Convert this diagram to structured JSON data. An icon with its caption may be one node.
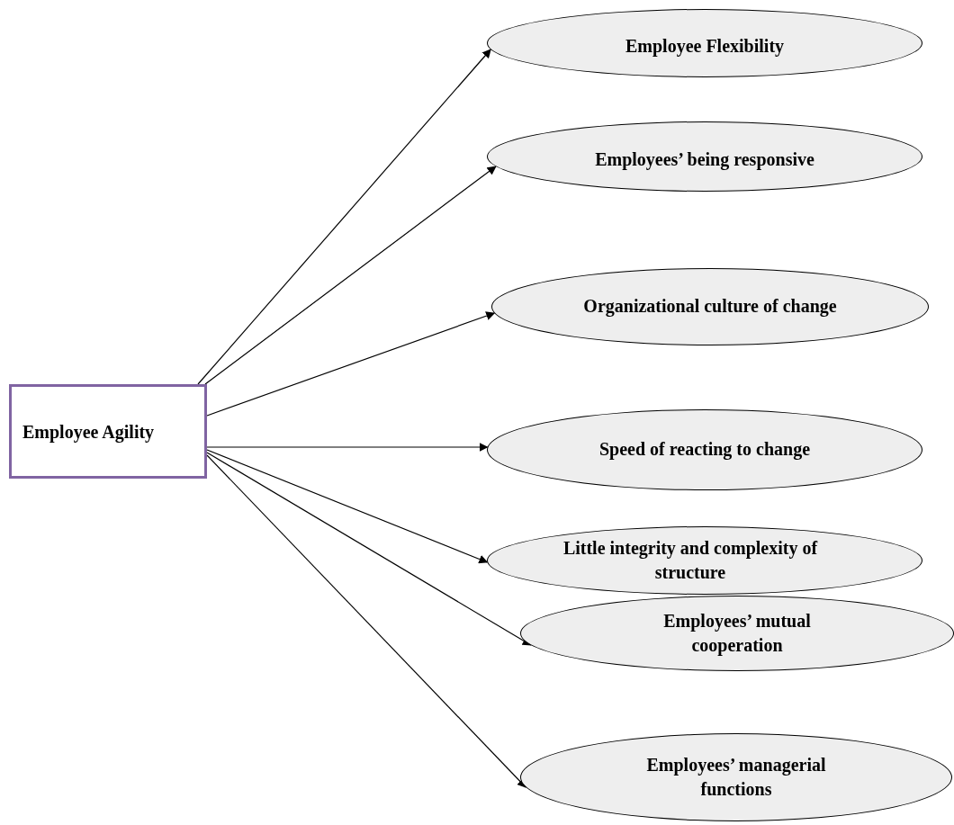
{
  "diagram": {
    "nodes": [
      {
        "text": [
          "Employee Agility"
        ]
      },
      {
        "text": [
          "Employee Flexibility"
        ]
      },
      {
        "text": [
          "Employees’ being responsive"
        ]
      },
      {
        "text": [
          "Organizational culture of change"
        ]
      },
      {
        "text": [
          "Speed of reacting to change"
        ]
      },
      {
        "text": [
          "Little integrity and complexity of structure"
        ]
      },
      {
        "text": [
          "Employees’ mutual cooperation"
        ]
      },
      {
        "text": [
          "Employees’ managerial functions"
        ]
      }
    ],
    "edges": [
      {
        "from": 0,
        "to": 1,
        "arrow": "to"
      },
      {
        "from": 0,
        "to": 2,
        "arrow": "to"
      },
      {
        "from": 0,
        "to": 3,
        "arrow": "to"
      },
      {
        "from": 0,
        "to": 4,
        "arrow": "to"
      },
      {
        "from": 0,
        "to": 5,
        "arrow": "to"
      },
      {
        "from": 0,
        "to": 6,
        "arrow": "to"
      },
      {
        "from": 0,
        "to": 7,
        "arrow": "to"
      }
    ]
  }
}
